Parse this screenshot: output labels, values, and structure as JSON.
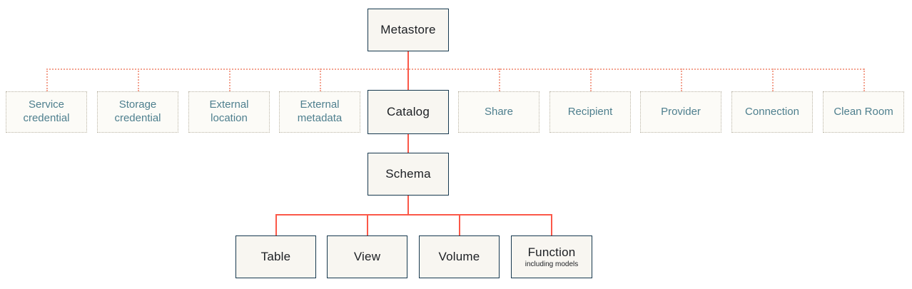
{
  "diagram": {
    "metastore": {
      "label": "Metastore"
    },
    "catalog": {
      "label": "Catalog"
    },
    "schema": {
      "label": "Schema"
    },
    "satellites": [
      {
        "label": "Service credential"
      },
      {
        "label": "Storage credential"
      },
      {
        "label": "External location"
      },
      {
        "label": "External metadata"
      },
      {
        "label": "Share"
      },
      {
        "label": "Recipient"
      },
      {
        "label": "Provider"
      },
      {
        "label": "Connection"
      },
      {
        "label": "Clean Room"
      }
    ],
    "schema_children": [
      {
        "label": "Table"
      },
      {
        "label": "View"
      },
      {
        "label": "Volume"
      },
      {
        "label": "Function",
        "sublabel": "including models"
      }
    ],
    "colors": {
      "solid_border": "#17394f",
      "solid_text": "#1c1f23",
      "box_bg": "#f8f6f1",
      "dotted_bg": "#fcfbf7",
      "dotted_border": "#b9b3a4",
      "dotted_text": "#4e7f8e",
      "connector": "#fb5848",
      "dotted_connector": "#f3a28f"
    }
  }
}
